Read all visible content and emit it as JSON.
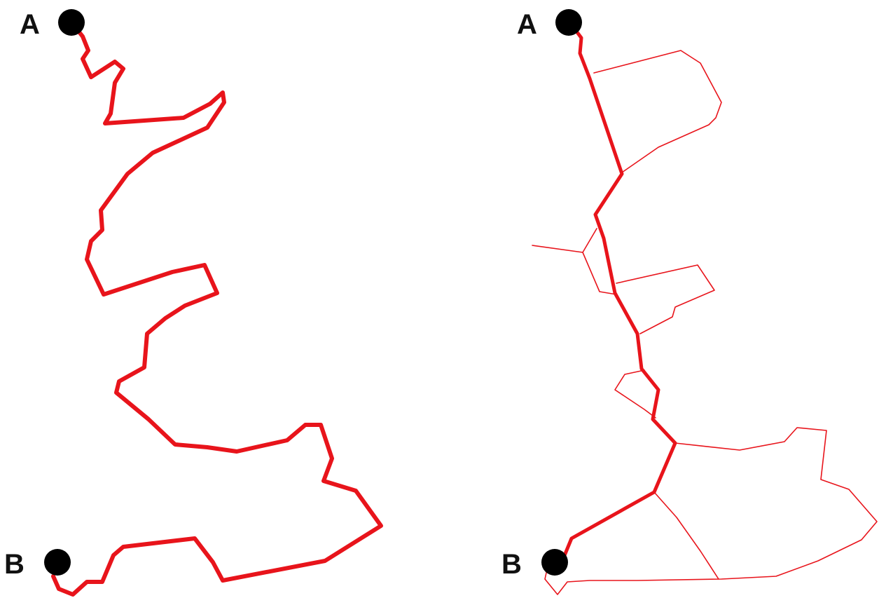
{
  "diagram": {
    "colors": {
      "path": "#e8141b",
      "node": "#000000",
      "label": "#111111",
      "background": "#ffffff"
    },
    "panels": [
      {
        "id": "meandering-single-path",
        "start_label": "A",
        "end_label": "B"
      },
      {
        "id": "branching-network",
        "start_label": "A",
        "end_label": "B"
      }
    ]
  }
}
